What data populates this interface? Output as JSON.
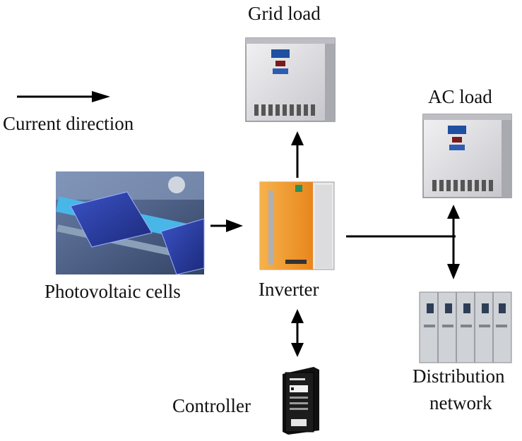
{
  "labels": {
    "grid_load": "Grid load",
    "ac_load": "AC load",
    "current_direction": "Current direction",
    "photovoltaic_cells": "Photovoltaic cells",
    "inverter": "Inverter",
    "distribution_network_line1": "Distribution",
    "distribution_network_line2": "network",
    "controller": "Controller"
  },
  "colors": {
    "arrow": "#000000",
    "cabinet_body": "#d8d8dc",
    "inverter_orange": "#f39a2b",
    "pv_panel": "#2b3f9e",
    "switchgear": "#c9ccd0",
    "controller_body": "#1c1c1c"
  },
  "icons": {
    "grid_load": "electrical-cabinet-icon",
    "ac_load": "electrical-cabinet-icon",
    "photovoltaic_cells": "solar-cell-photo",
    "inverter": "inverter-icon",
    "distribution_network": "switchgear-icon",
    "controller": "server-tower-icon"
  }
}
